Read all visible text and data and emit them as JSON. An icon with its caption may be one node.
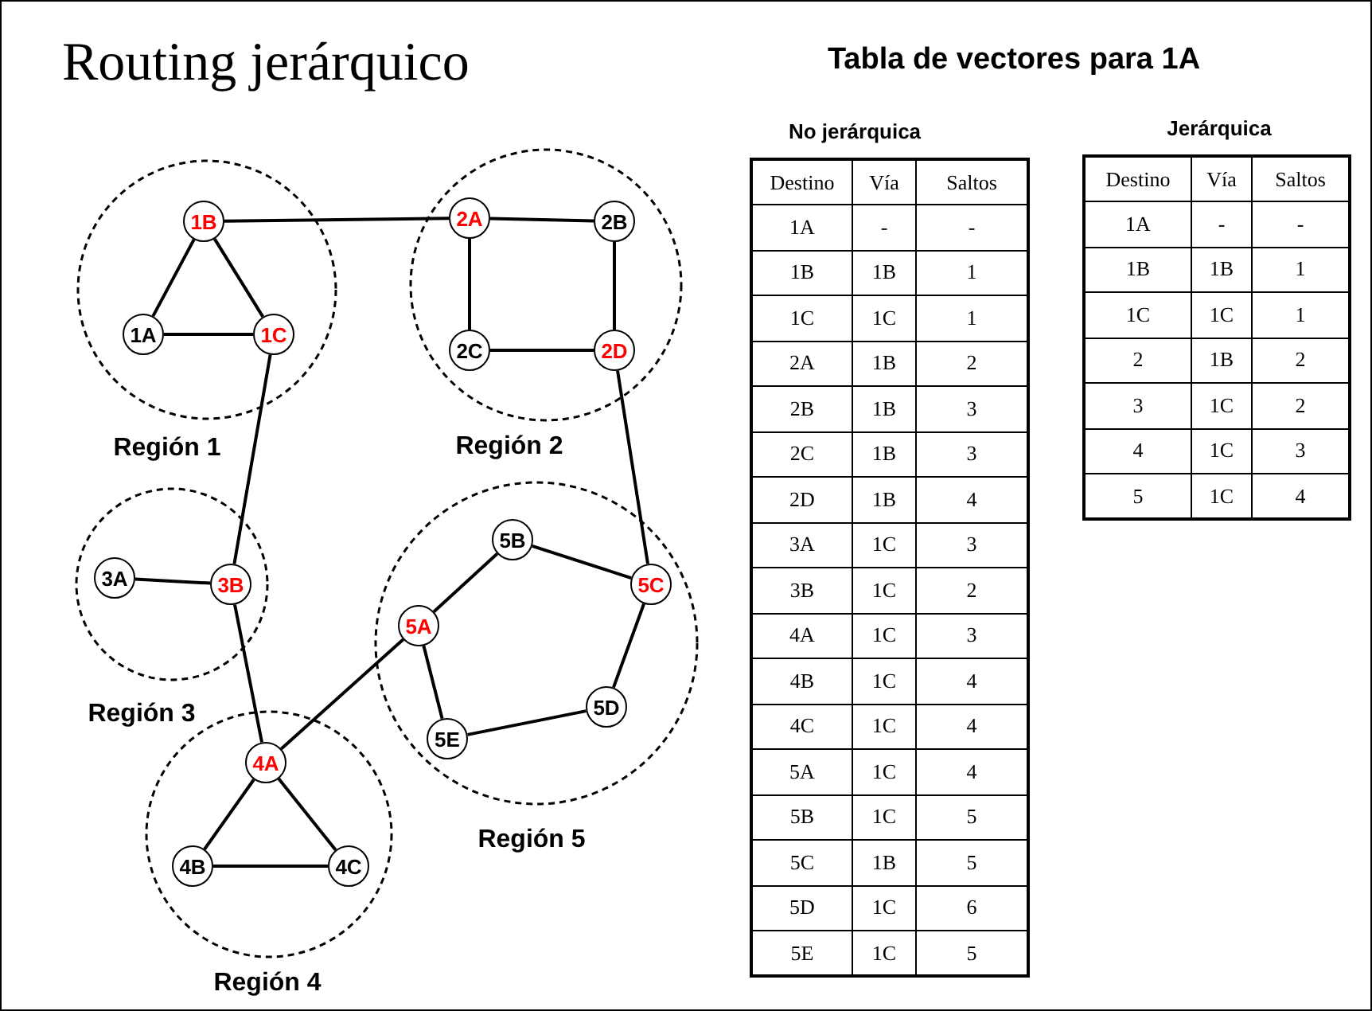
{
  "diagram": {
    "title": "Routing jerárquico",
    "nodes": [
      {
        "text": [
          "Región 1"
        ]
      },
      {
        "text": [
          "1B"
        ],
        "in": 0
      },
      {
        "text": [
          "1A"
        ],
        "in": 0
      },
      {
        "text": [
          "1C"
        ],
        "in": 0
      },
      {
        "text": [
          "Región 2"
        ]
      },
      {
        "text": [
          "2A"
        ],
        "in": 4
      },
      {
        "text": [
          "2B"
        ],
        "in": 4
      },
      {
        "text": [
          "2C"
        ],
        "in": 4
      },
      {
        "text": [
          "2D"
        ],
        "in": 4
      },
      {
        "text": [
          "Región 3"
        ]
      },
      {
        "text": [
          "3A"
        ],
        "in": 9
      },
      {
        "text": [
          "3B"
        ],
        "in": 9
      },
      {
        "text": [
          "Región 5"
        ]
      },
      {
        "text": [
          "5B"
        ],
        "in": 12
      },
      {
        "text": [
          "5A"
        ],
        "in": 12
      },
      {
        "text": [
          "5C"
        ],
        "in": 12
      },
      {
        "text": [
          "5D"
        ],
        "in": 12
      },
      {
        "text": [
          "5E"
        ],
        "in": 12
      },
      {
        "text": [
          "Región 4"
        ]
      },
      {
        "text": [
          "4A"
        ],
        "in": 18
      },
      {
        "text": [
          "4B"
        ],
        "in": 18
      },
      {
        "text": [
          "4C"
        ],
        "in": 18
      }
    ],
    "edges": [
      {
        "from": 1,
        "to": 2,
        "arrow": "none"
      },
      {
        "from": 1,
        "to": 3,
        "arrow": "none"
      },
      {
        "from": 2,
        "to": 3,
        "arrow": "none"
      },
      {
        "from": 1,
        "to": 5,
        "arrow": "none"
      },
      {
        "from": 5,
        "to": 6,
        "arrow": "none"
      },
      {
        "from": 5,
        "to": 7,
        "arrow": "none"
      },
      {
        "from": 6,
        "to": 8,
        "arrow": "none"
      },
      {
        "from": 7,
        "to": 8,
        "arrow": "none"
      },
      {
        "from": 3,
        "to": 11,
        "arrow": "none"
      },
      {
        "from": 10,
        "to": 11,
        "arrow": "none"
      },
      {
        "from": 8,
        "to": 15,
        "arrow": "none"
      },
      {
        "from": 11,
        "to": 19,
        "arrow": "none"
      },
      {
        "from": 19,
        "to": 14,
        "arrow": "none"
      },
      {
        "from": 19,
        "to": 20,
        "arrow": "none"
      },
      {
        "from": 19,
        "to": 21,
        "arrow": "none"
      },
      {
        "from": 20,
        "to": 21,
        "arrow": "none"
      },
      {
        "from": 14,
        "to": 13,
        "arrow": "none"
      },
      {
        "from": 13,
        "to": 15,
        "arrow": "none"
      },
      {
        "from": 15,
        "to": 16,
        "arrow": "none"
      },
      {
        "from": 16,
        "to": 17,
        "arrow": "none"
      },
      {
        "from": 17,
        "to": 14,
        "arrow": "none"
      }
    ],
    "labels": [
      "Tabla de vectores para 1A",
      "No jerárquica",
      "Destino",
      "Vía",
      "Saltos",
      "1A",
      "-",
      "-",
      "1B",
      "1B",
      "1",
      "1C",
      "1C",
      "1",
      "2A",
      "1B",
      "2",
      "2B",
      "1B",
      "3",
      "2C",
      "1B",
      "3",
      "2D",
      "1B",
      "4",
      "3A",
      "1C",
      "3",
      "3B",
      "1C",
      "2",
      "4A",
      "1C",
      "3",
      "4B",
      "1C",
      "4",
      "4C",
      "1C",
      "4",
      "5A",
      "1C",
      "4",
      "5B",
      "1C",
      "5",
      "5C",
      "1B",
      "5",
      "5D",
      "1C",
      "6",
      "5E",
      "1C",
      "5",
      "Jerárquica",
      "Destino",
      "Vía",
      "Saltos",
      "1A",
      "-",
      "-",
      "1B",
      "1B",
      "1",
      "1C",
      "1C",
      "1",
      "2",
      "1B",
      "2",
      "3",
      "1C",
      "2",
      "4",
      "1C",
      "3",
      "5",
      "1C",
      "4"
    ]
  }
}
